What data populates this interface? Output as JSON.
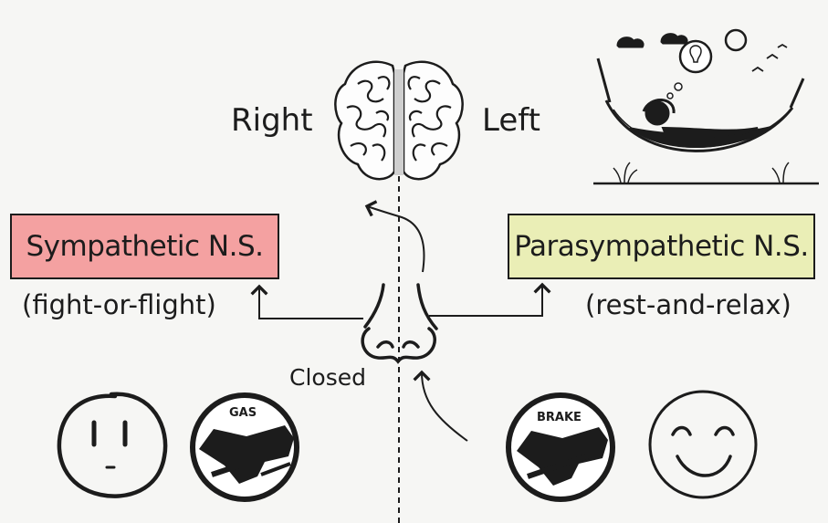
{
  "hemispheres": {
    "right": "Right",
    "left": "Left"
  },
  "sympathetic": {
    "title": "Sympathetic N.S.",
    "subtitle": "(fight-or-flight)",
    "color": "#f4a1a1"
  },
  "parasympathetic": {
    "title": "Parasympathetic N.S.",
    "subtitle": "(rest-and-relax)",
    "color": "#eaeeb6"
  },
  "nostril_state": "Closed",
  "pedals": {
    "gas": "GAS",
    "brake": "BRAKE"
  },
  "icons": [
    "brain-icon",
    "nose-icon",
    "hammock-relax-icon",
    "neutral-face-icon",
    "gas-pedal-icon",
    "brake-pedal-icon",
    "smiling-face-icon"
  ]
}
